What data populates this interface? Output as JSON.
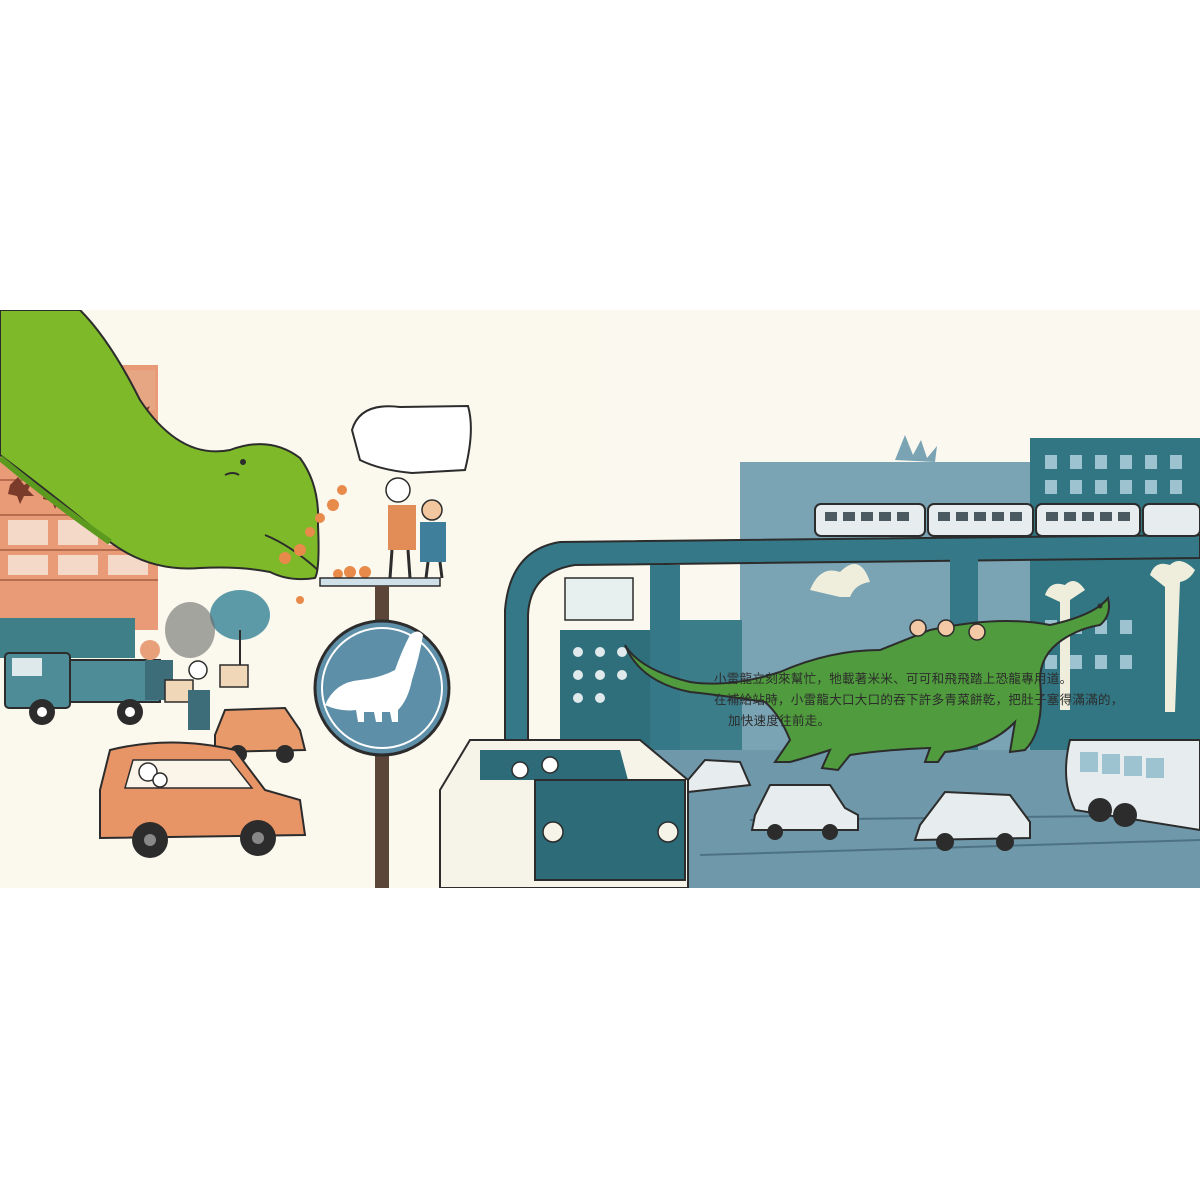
{
  "story": {
    "lines": [
      "小雷龍立刻來幫忙，牠載著米米、可可和飛飛踏上恐龍專用道。",
      "在補給站時，小雷龍大口大口的吞下許多青菜餅乾，把肚子塞得滿滿的，",
      "加快速度往前走。"
    ]
  },
  "colors": {
    "dino_green": "#7fb929",
    "dino_dark_green": "#4a9a3a",
    "city_teal": "#2f7583",
    "sky_blue": "#7aa3b4",
    "road_blue": "#6f98aa",
    "salmon": "#e9906a",
    "sign_blue": "#5e8fa8"
  }
}
